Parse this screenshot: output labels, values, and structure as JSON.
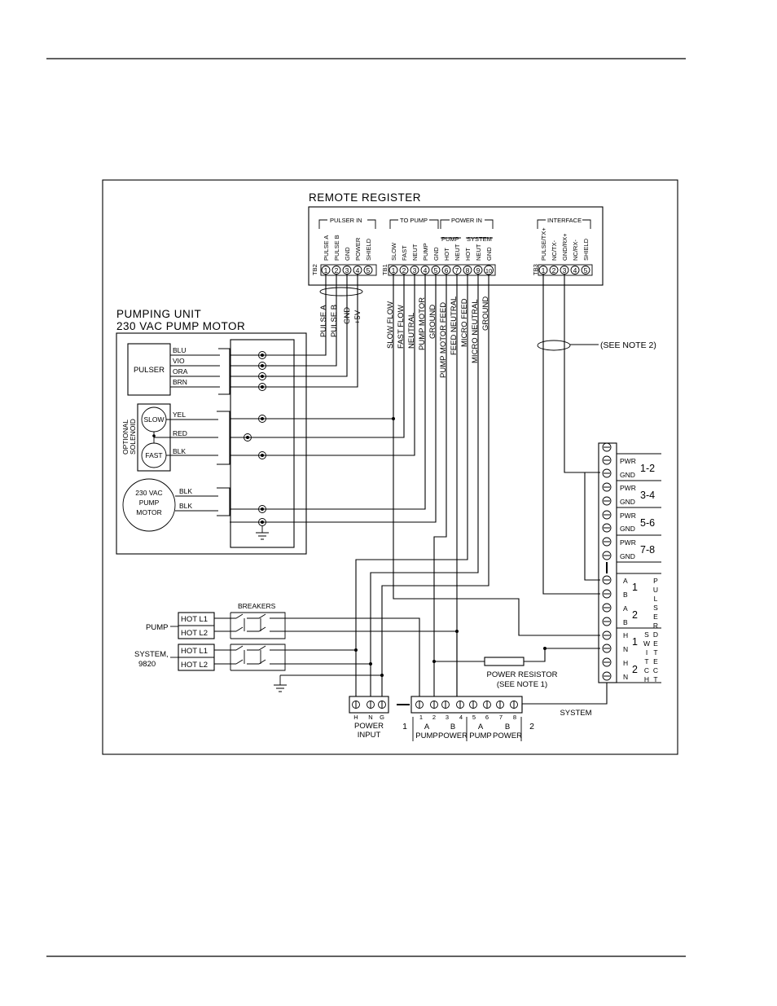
{
  "remote_register": {
    "title": "REMOTE REGISTER",
    "tb2": {
      "id": "TB2",
      "group": "PULSER IN",
      "labels": [
        "PULSE A",
        "PULSE B",
        "GND",
        "POWER",
        "SHIELD"
      ],
      "numbers": [
        "1",
        "2",
        "3",
        "4",
        "5"
      ]
    },
    "tb1": {
      "id": "TB1",
      "group_pump": "TO PUMP",
      "group_power": "POWER IN",
      "sub_pump": "PUMP",
      "sub_system": "SYSTEM",
      "labels": [
        "SLOW",
        "FAST",
        "NEUT",
        "PUMP",
        "GND",
        "HOT",
        "NEUT",
        "HOT",
        "NEUT",
        "GND"
      ],
      "numbers": [
        "1",
        "2",
        "3",
        "4",
        "5",
        "6",
        "7",
        "8",
        "9",
        "10"
      ]
    },
    "tb3": {
      "id": "TB3",
      "group": "INTERFACE",
      "labels": [
        "PULSE/TX+",
        "NC/TX-",
        "GND/RX+",
        "NC/RX-",
        "SHIELD"
      ],
      "numbers": [
        "1",
        "2",
        "3",
        "4",
        "5"
      ]
    }
  },
  "cable_labels_tb2": [
    "PULSE A",
    "PULSE B",
    "GND",
    "+5V"
  ],
  "cable_labels_tb1": [
    "SLOW FLOW",
    "FAST FLOW",
    "NEUTRAL",
    "PUMP MOTOR",
    "GROUND",
    "PUMP MOTOR FEED",
    "FEED NEUTRAL",
    "MICRO FEED",
    "MICRO NEUTRAL",
    "GROUND"
  ],
  "pumping_unit": {
    "title_line1": "PUMPING UNIT",
    "title_line2": "230 VAC PUMP MOTOR",
    "pulser": "PULSER",
    "pulser_wires": [
      "BLU",
      "VIO",
      "ORA",
      "BRN"
    ],
    "solenoid_label_1": "OPTIONAL",
    "solenoid_label_2": "SOLENOID",
    "slow": "SLOW",
    "fast": "FAST",
    "solenoid_wires": [
      "YEL",
      "RED",
      "BLK"
    ],
    "motor_line1": "230 VAC",
    "motor_line2": "PUMP",
    "motor_line3": "MOTOR",
    "motor_wires": [
      "BLK",
      "BLK"
    ]
  },
  "see_note_2": "(SEE NOTE 2)",
  "breakers": {
    "title": "BREAKERS",
    "pump_label": "PUMP",
    "system_label_1": "SYSTEM,",
    "system_label_2": "9820",
    "hot_l1": "HOT L1",
    "hot_l2": "HOT L2"
  },
  "power_resistor_1": "POWER RESISTOR",
  "power_resistor_2": "(SEE NOTE 1)",
  "power_input": {
    "terminals": [
      "H",
      "N",
      "G"
    ],
    "label_1": "POWER",
    "label_2": "INPUT"
  },
  "bottom_strip": {
    "left_number": "1",
    "right_number": "2",
    "terminals": [
      "1",
      "2",
      "3",
      "4",
      "5",
      "6",
      "7",
      "8"
    ],
    "group_labels": [
      "A",
      "B",
      "A",
      "B"
    ],
    "sub_labels": [
      "PUMP",
      "POWER",
      "PUMP",
      "POWER"
    ],
    "system": "SYSTEM"
  },
  "right_strip": {
    "pwr": "PWR",
    "gnd": "GND",
    "pairs": [
      "1-2",
      "3-4",
      "5-6",
      "7-8"
    ],
    "pulser_letters": [
      "P",
      "U",
      "L",
      "S",
      "E",
      "R"
    ],
    "switch_detect_col1": [
      "S",
      "W",
      "I",
      "T",
      "C",
      "H"
    ],
    "switch_detect_col2": [
      "D",
      "E",
      "T",
      "E",
      "C",
      "T"
    ],
    "ab_labels": [
      "A",
      "B",
      "A",
      "B"
    ],
    "hn_labels": [
      "H",
      "N",
      "H",
      "N"
    ],
    "group_numbers": [
      "1",
      "2",
      "1",
      "2"
    ]
  }
}
